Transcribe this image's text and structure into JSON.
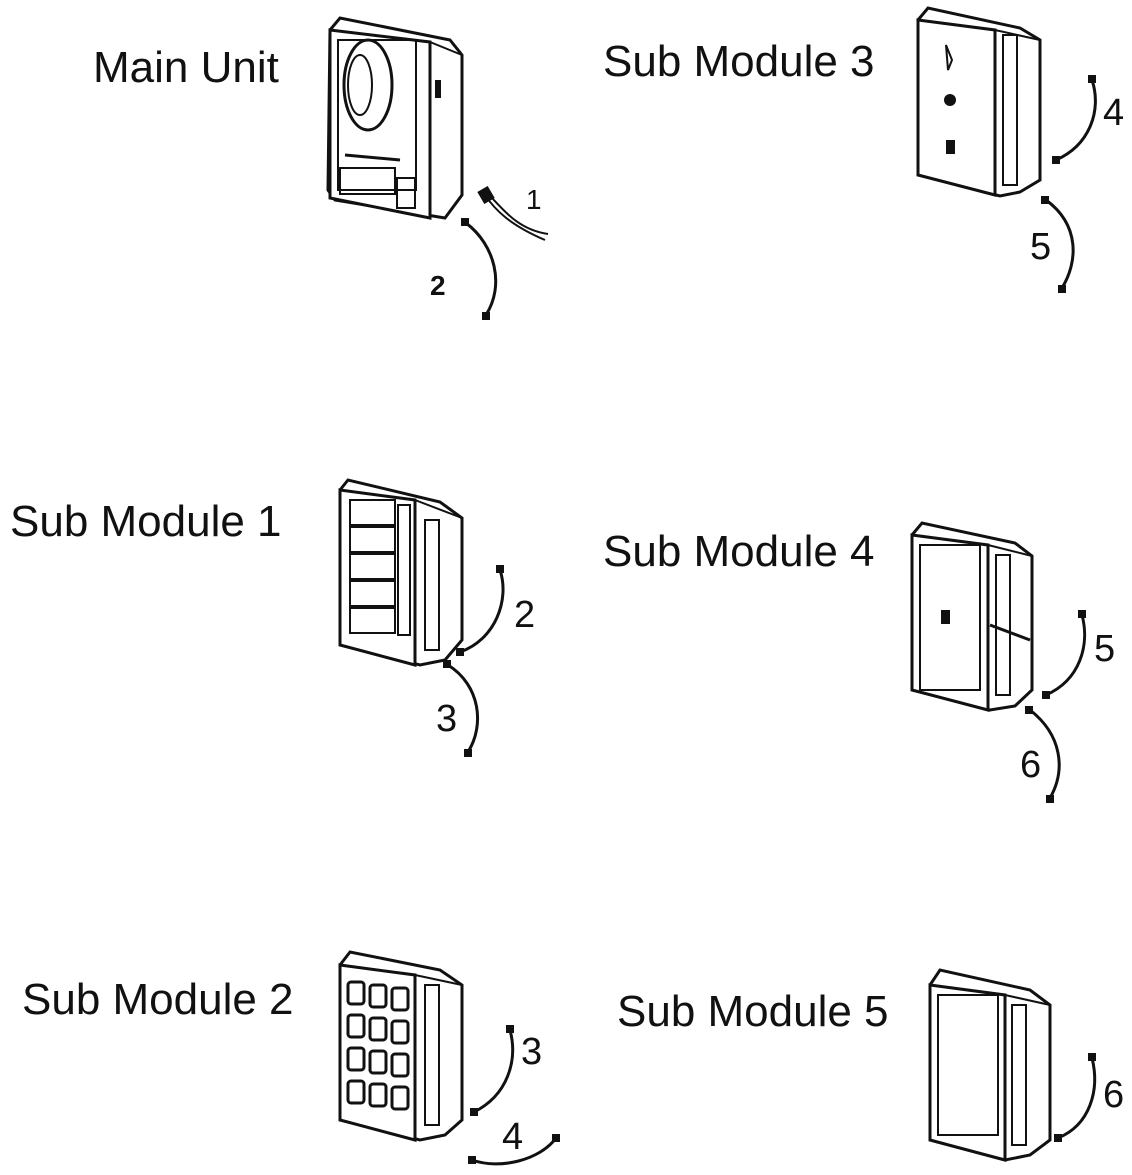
{
  "units": {
    "main": {
      "label": "Main Unit",
      "cables": [
        "1",
        "2"
      ]
    },
    "sub1": {
      "label": "Sub Module 1",
      "cables": [
        "2",
        "3"
      ]
    },
    "sub2": {
      "label": "Sub Module 2",
      "cables": [
        "3",
        "4"
      ]
    },
    "sub3": {
      "label": "Sub Module 3",
      "cables": [
        "4",
        "5"
      ]
    },
    "sub4": {
      "label": "Sub Module 4",
      "cables": [
        "5",
        "6"
      ]
    },
    "sub5": {
      "label": "Sub Module 5",
      "cables": [
        "6"
      ]
    }
  }
}
